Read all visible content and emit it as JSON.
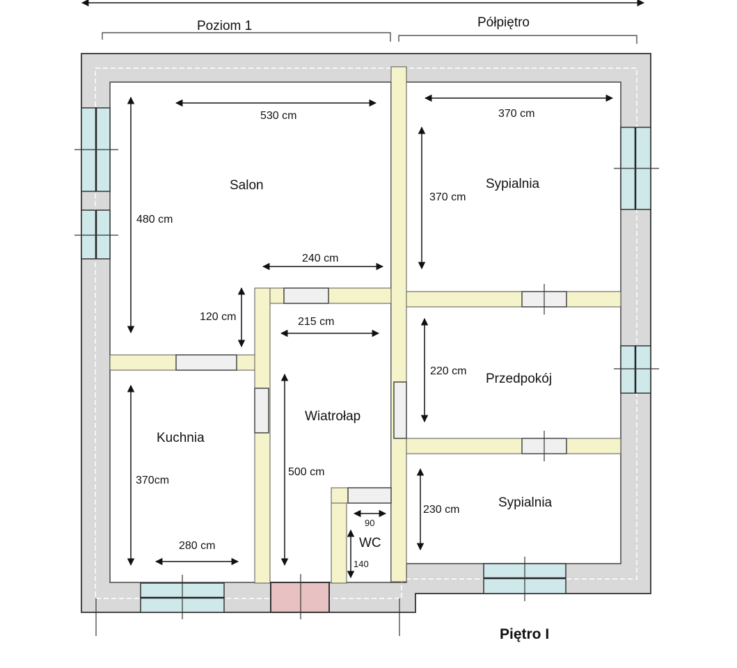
{
  "colors": {
    "outer_wall": "#d9d9d9",
    "inner_wall": "#f5f3c9",
    "window": "#cfe8ea",
    "door": "#f0f0f0",
    "entrance": "#e8c2c2",
    "line": "#222222"
  },
  "headers": {
    "level_left": "Poziom 1",
    "level_right": "Półpiętro"
  },
  "title": "Piętro I",
  "rooms": {
    "salon": "Salon",
    "sypialnia_top": "Sypialnia",
    "przedpokoj": "Przedpokój",
    "sypialnia_bottom": "Sypialnia",
    "kuchnia": "Kuchnia",
    "wiatrolap": "Wiatrołap",
    "wc": "WC"
  },
  "dimensions": {
    "salon_width": "530 cm",
    "salon_height": "480 cm",
    "salon_inner": "240 cm",
    "hall_120": "120 cm",
    "wiatrolap_width": "215 cm",
    "wiatrolap_height": "500 cm",
    "kuchnia_height": "370cm",
    "kuchnia_width": "280 cm",
    "sypialnia_width": "370 cm",
    "sypialnia_height": "370 cm",
    "przedpokoj_height": "220 cm",
    "sypialnia2_height": "230 cm",
    "wc_width": "90",
    "wc_height": "140"
  },
  "icons": [
    "dimension-arrow-icon",
    "window-icon",
    "door-icon"
  ]
}
